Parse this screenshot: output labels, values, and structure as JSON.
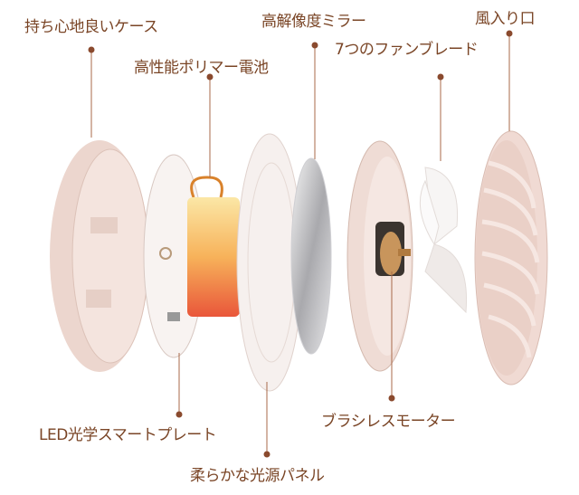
{
  "labels": {
    "case": "持ち心地良いケース",
    "battery": "高性能ポリマー電池",
    "mirror": "高解像度ミラー",
    "blades": "7つのファンブレード",
    "intake": "風入り口",
    "led_plate": "LED光学スマートプレート",
    "panel": "柔らかな光源パネル",
    "motor": "ブラシレスモーター"
  },
  "colors": {
    "text": "#7a4526",
    "line": "#9a5a3a",
    "shell": "#f1ddd6",
    "shell_dark": "#d9bcb2"
  }
}
